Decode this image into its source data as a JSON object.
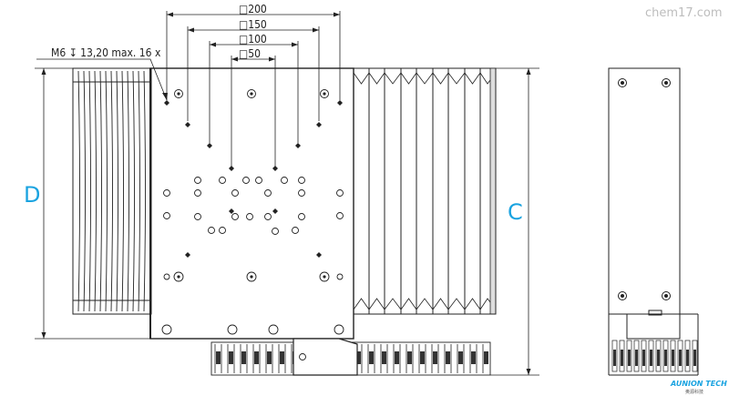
{
  "watermark": "chem17.com",
  "annotations": {
    "thread_note": "M6  ↧ 13,20 max. 16 x",
    "dim_200": "□200",
    "dim_150": "□150",
    "dim_100": "□100",
    "dim_50": "□50",
    "dim_D": "D",
    "dim_C": "C"
  },
  "logo": {
    "name": "AUNION TECH",
    "sub": "奥源科技"
  },
  "colors": {
    "line": "#222222",
    "accent": "#1aa3e0",
    "watermark": "#bdbdbd"
  }
}
